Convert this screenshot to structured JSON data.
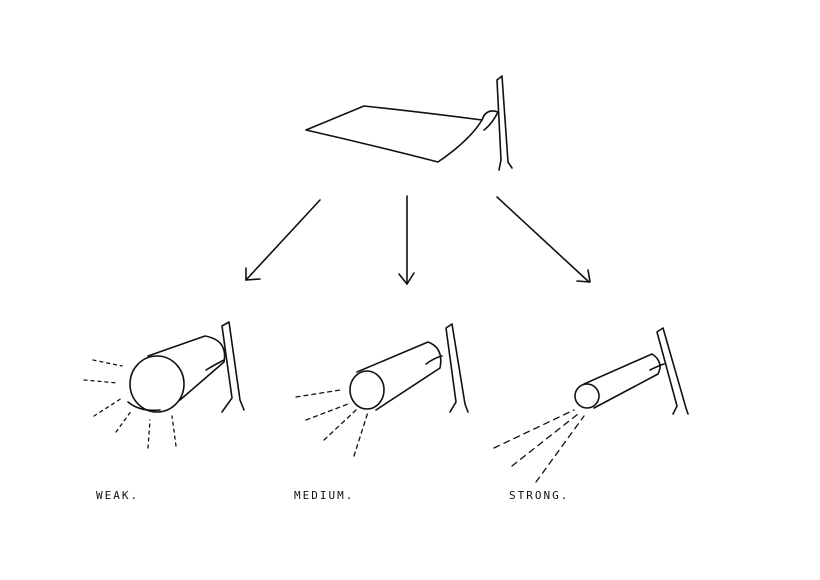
{
  "labels": {
    "weak": "WEAK.",
    "medium": "MEDIUM.",
    "strong": "STRONG."
  },
  "colors": {
    "ink": "#111111",
    "background": "#ffffff"
  }
}
